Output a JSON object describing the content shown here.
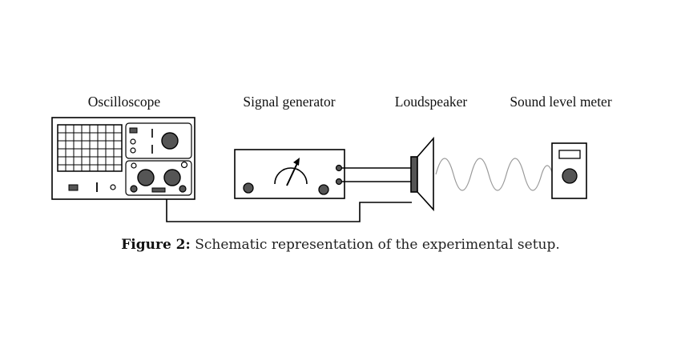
{
  "labels": {
    "oscilloscope": "Oscilloscope",
    "signal_generator": "Signal generator",
    "loudspeaker": "Loudspeaker",
    "sound_level_meter": "Sound level meter"
  },
  "caption": {
    "number": "Figure 2:",
    "text": "Schematic representation of the experimental setup."
  },
  "icons": [
    "oscilloscope-icon",
    "signal-generator-icon",
    "loudspeaker-icon",
    "sound-wave-icon",
    "sound-level-meter-icon"
  ],
  "colors": {
    "stroke": "#000000",
    "knob_fill": "#555555",
    "wave": "#999999"
  }
}
